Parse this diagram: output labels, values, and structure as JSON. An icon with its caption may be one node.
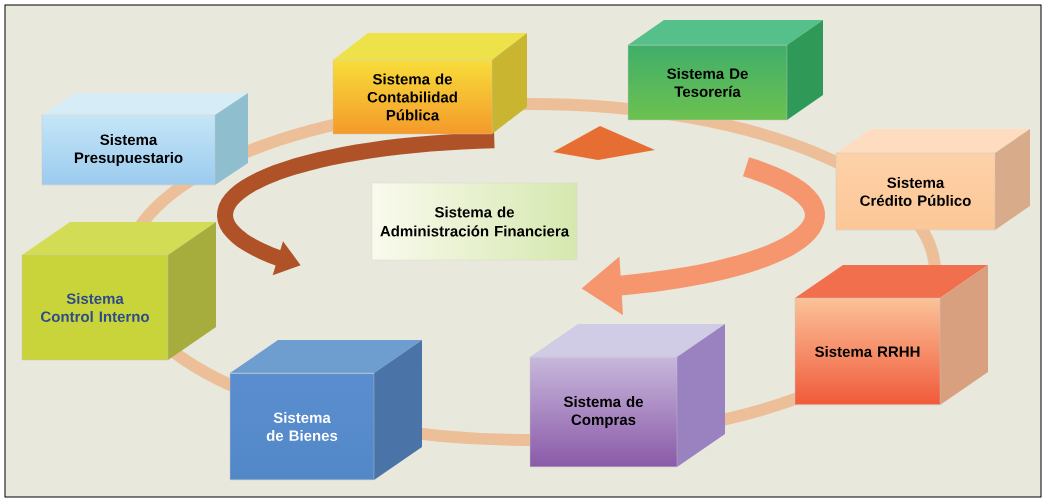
{
  "diagram": {
    "nodes": [
      {
        "text": [
          "Sistema Presupuestario"
        ]
      },
      {
        "text": [
          "Sistema de Contabilidad Pública"
        ]
      },
      {
        "text": [
          "Sistema De Tesorería"
        ]
      },
      {
        "text": [
          "Sistema Crédito Público"
        ]
      },
      {
        "text": [
          "Sistema RRHH"
        ]
      },
      {
        "text": [
          "Sistema de Compras"
        ]
      },
      {
        "text": [
          "Sistema de Bienes"
        ]
      },
      {
        "text": [
          "Sistema Control Interno"
        ]
      },
      {
        "text": [
          "Sistema de Administración Financiera"
        ]
      }
    ]
  }
}
